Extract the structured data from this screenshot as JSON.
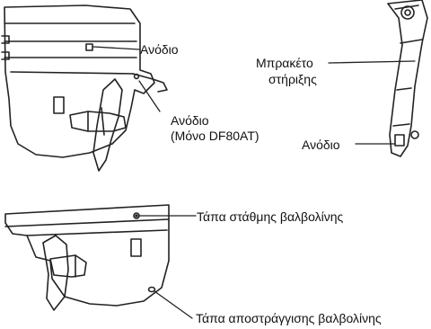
{
  "colors": {
    "ink": "#1a1a1a",
    "line": "#222222",
    "background": "#ffffff"
  },
  "labels": {
    "anode_upper": "Ανόδιο",
    "anode_lower_line1": "Ανόδιο",
    "anode_lower_line2": "(Μόνο DF80AT)",
    "bracket_line1": "Μπρακέτο",
    "bracket_line2": "στήριξης",
    "anode_bracket": "Ανόδιο",
    "oil_level_plug": "Τάπα στάθμης βαλβολίνης",
    "oil_drain_plug": "Τάπα αποστράγγισης βαλβολίνης"
  }
}
